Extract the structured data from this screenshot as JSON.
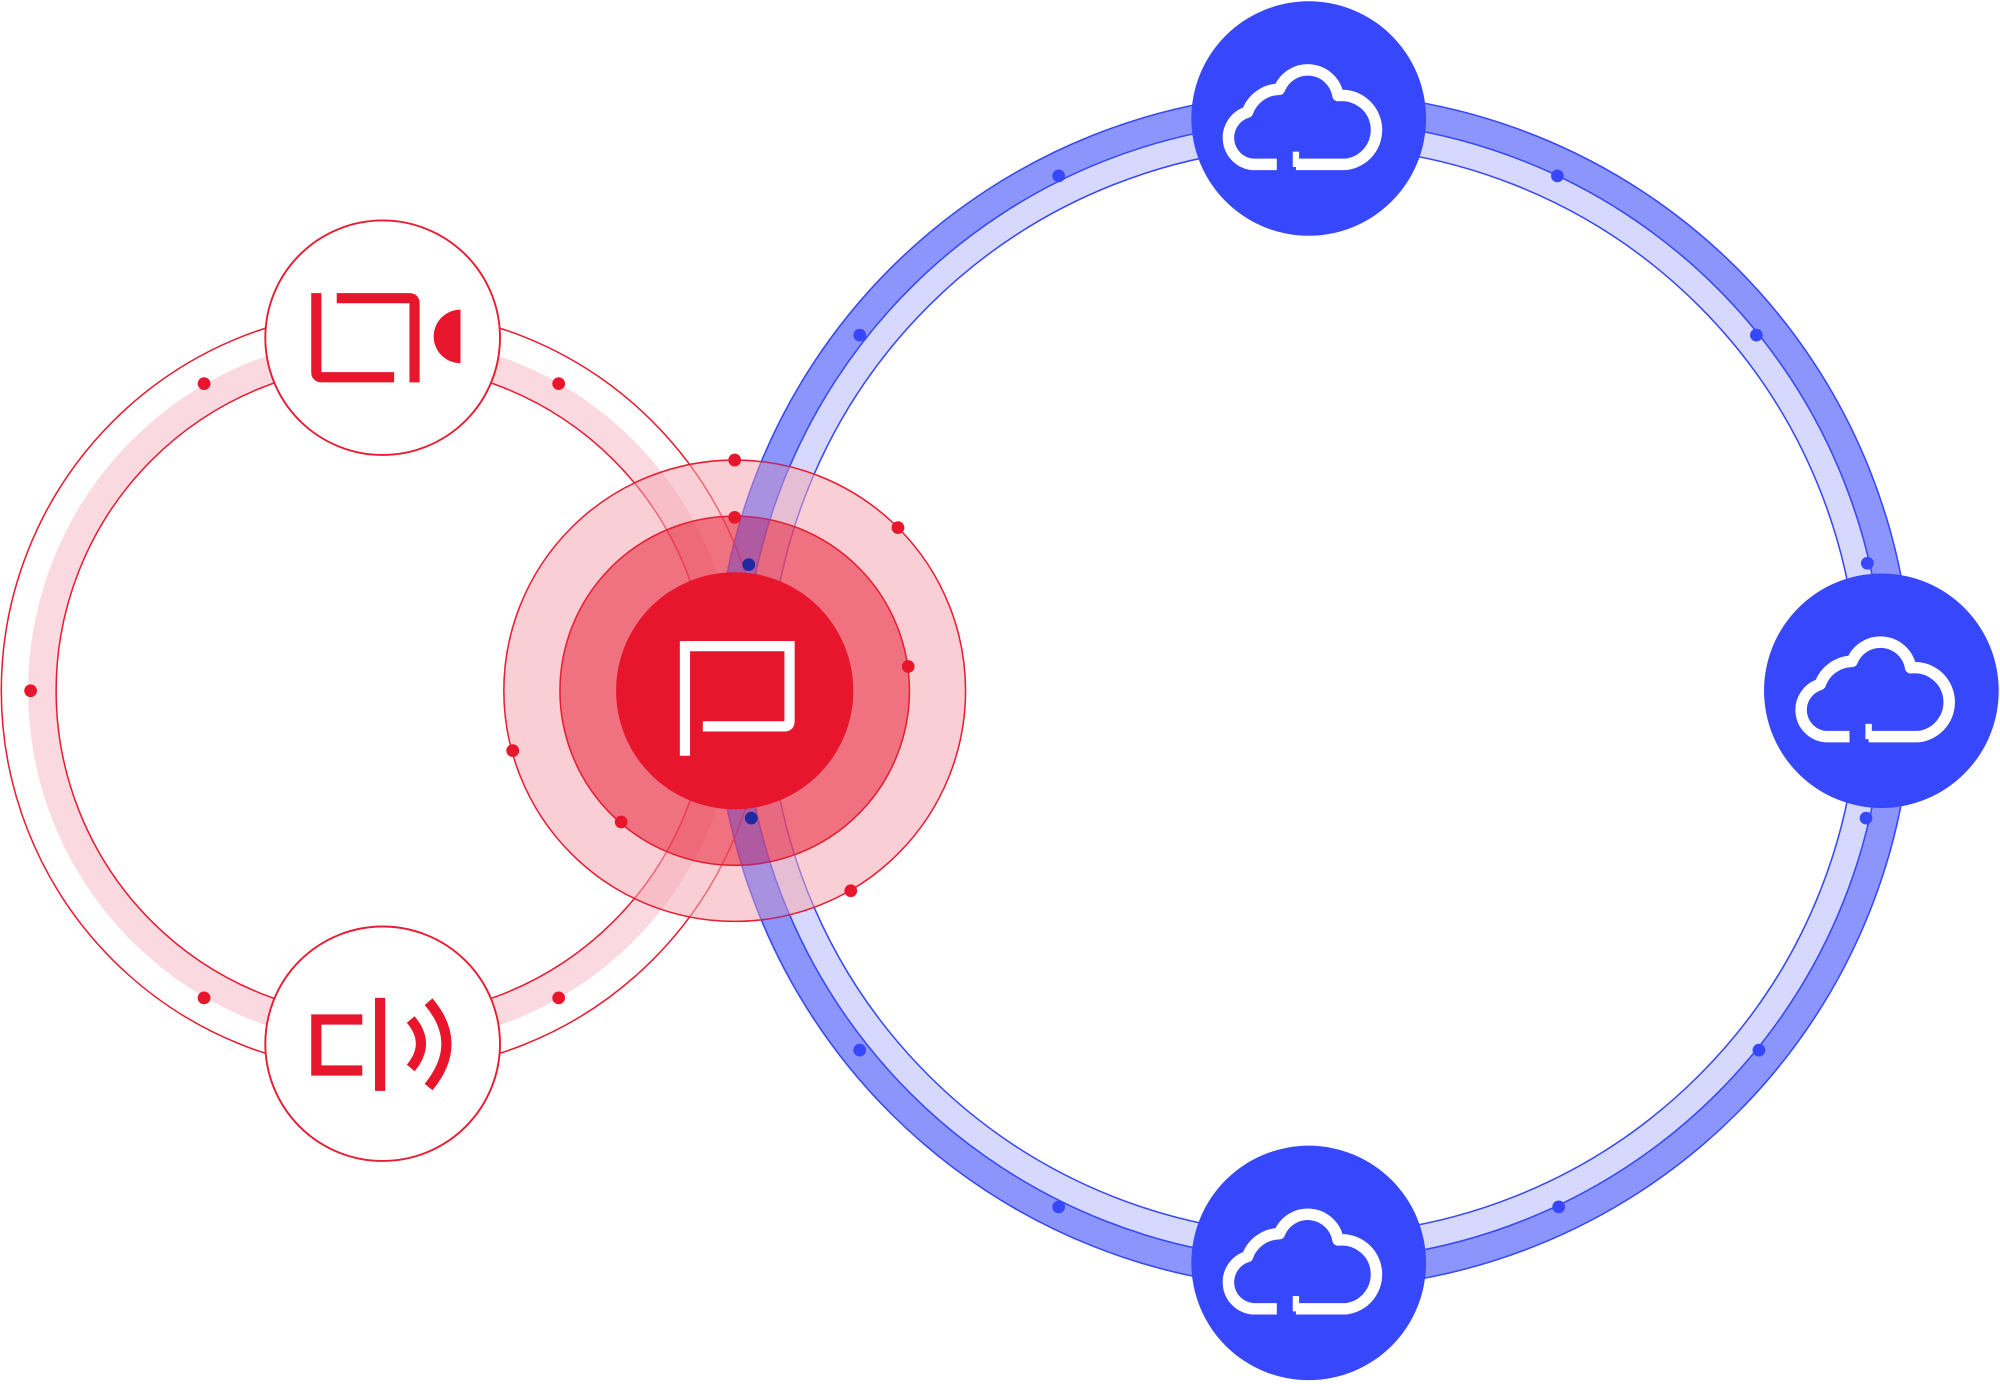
{
  "colors": {
    "red": "#e8162c",
    "red_band": "#f9d0d7",
    "red_mid": "#ef7480",
    "red_stroke": "#e81d33",
    "blue": "#3747fb",
    "blue_dark_band": "#aeb3fb",
    "blue_light_band": "#d6d9fd",
    "background": "#ffffff"
  },
  "nodes": {
    "hub": {
      "icon": "app-logo-icon",
      "style": "solid-red"
    },
    "video": {
      "icon": "video-camera-icon",
      "style": "outlined-red"
    },
    "audio": {
      "icon": "speaker-sound-icon",
      "style": "outlined-red"
    },
    "cloud_top": {
      "icon": "cloud-icon",
      "style": "solid-blue"
    },
    "cloud_right": {
      "icon": "cloud-icon",
      "style": "solid-blue"
    },
    "cloud_bottom": {
      "icon": "cloud-icon",
      "style": "solid-blue"
    }
  },
  "rings": {
    "local": {
      "color": "red",
      "connects": [
        "video",
        "audio",
        "hub"
      ]
    },
    "cloud": {
      "color": "blue",
      "connects": [
        "cloud_top",
        "cloud_right",
        "cloud_bottom",
        "hub"
      ]
    }
  }
}
